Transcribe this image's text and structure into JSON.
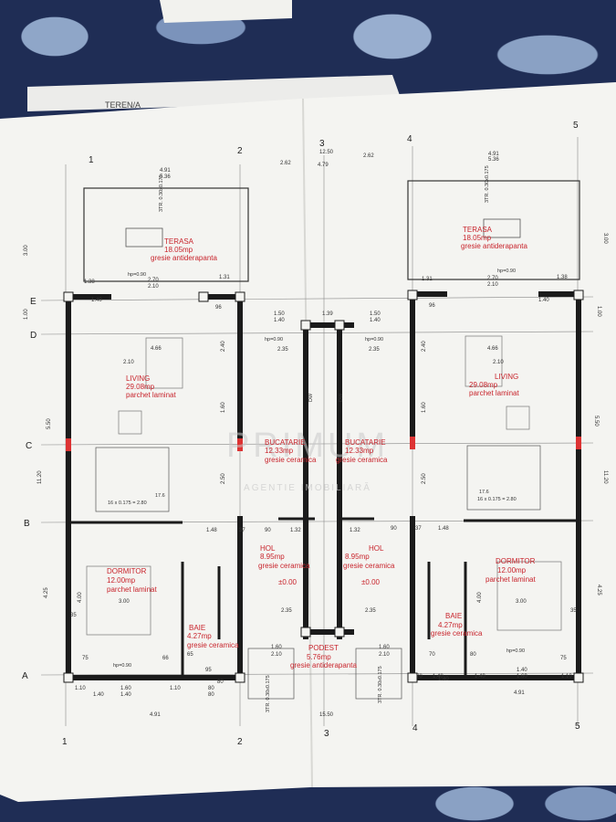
{
  "header": {
    "note": "TEREN/A"
  },
  "grid": {
    "columns": [
      "1",
      "2",
      "3",
      "4",
      "5"
    ],
    "rows": [
      "E",
      "D",
      "C",
      "B",
      "A"
    ]
  },
  "watermark": {
    "brand": "PRIMUM",
    "subtitle": "AGENTIE IMOBILIARĂ"
  },
  "rooms": {
    "terasa_left": {
      "name": "TERASA",
      "area": "18.05mp",
      "finish": "gresie antiderapanta"
    },
    "terasa_right": {
      "name": "TERASA",
      "area": "18.05mp",
      "finish": "gresie antiderapanta"
    },
    "living_left": {
      "name": "LIVING",
      "area": "29.08mp",
      "finish": "parchet laminat"
    },
    "living_right": {
      "name": "LIVING",
      "area": "29.08mp",
      "finish": "parchet laminat"
    },
    "bucatarie_left": {
      "name": "BUCATARIE",
      "area": "12.33mp",
      "finish": "gresie ceramica"
    },
    "bucatarie_right": {
      "name": "BUCATARIE",
      "area": "12.33mp",
      "finish": "gresie ceramica"
    },
    "hol_left": {
      "name": "HOL",
      "area": "8.95mp",
      "finish": "gresie ceramica",
      "level": "±0.00"
    },
    "hol_right": {
      "name": "HOL",
      "area": "8.95mp",
      "finish": "gresie ceramica",
      "level": "±0.00"
    },
    "dormitor_left": {
      "name": "DORMITOR",
      "area": "12.00mp",
      "finish": "parchet laminat"
    },
    "dormitor_right": {
      "name": "DORMITOR",
      "area": "12.00mp",
      "finish": "parchet laminat"
    },
    "baie_left": {
      "name": "BAIE",
      "area": "4.27mp",
      "finish": "gresie ceramica"
    },
    "baie_right": {
      "name": "BAIE",
      "area": "4.27mp",
      "finish": "gresie ceramica"
    },
    "podest": {
      "name": "PODEST",
      "area": "5.76mp",
      "finish": "gresie antiderapanta"
    }
  },
  "dimensions": {
    "top": [
      "4.91",
      "5.36",
      "2.62",
      "4.79",
      "2.62",
      "5.36",
      "4.91",
      "12.50"
    ],
    "top_row2": [
      "1.38",
      "2.70",
      "2.10",
      "1.31",
      "1.31",
      "2.70",
      "2.10",
      "1.38"
    ],
    "side_left": [
      "3.00",
      "1.00",
      "5.50",
      "11.20",
      "4.25"
    ],
    "side_right": [
      "3.00",
      "1.00",
      "5.50",
      "11.20",
      "4.25"
    ],
    "interior": [
      "1.40",
      "96",
      "1.50",
      "1.40",
      "1.39",
      "1.50",
      "1.40",
      "96",
      "1.40",
      "4.66",
      "4.66",
      "2.10",
      "2.10",
      "2.40",
      "2.40",
      "2.35",
      "2.35",
      "1.60",
      "1.60",
      "2.50",
      "2.50",
      "1.48",
      "1.32",
      "1.32",
      "1.48",
      "3.00",
      "3.00",
      "4.00",
      "4.00",
      "2.35",
      "2.35",
      "1.60",
      "1.60",
      "2.10",
      "2.10"
    ],
    "bottom": [
      "1.10",
      "1.60",
      "1.10",
      "80",
      "1.40",
      "1.40",
      "1.60",
      "1.10",
      "4.91",
      "15.50",
      "4.91"
    ],
    "bottom_row2": [
      "1.40",
      "1.40",
      "80",
      "1.40",
      "1.40"
    ],
    "small": [
      "75",
      "66",
      "35",
      "37",
      "37",
      "90",
      "90",
      "65",
      "95",
      "35",
      "75",
      "70",
      "80",
      "70",
      "80"
    ]
  },
  "labels": {
    "hp_values": [
      "hp=0.90",
      "hp=0.90",
      "hp=0.90",
      "hp=0.90",
      "hp=0.90",
      "hp=0.90"
    ],
    "str_label": "3TR. 0.30x0.175",
    "stair_note": "16 x 0.175 = 2.80",
    "stair_tag": "17.6",
    "dw": "DW"
  }
}
